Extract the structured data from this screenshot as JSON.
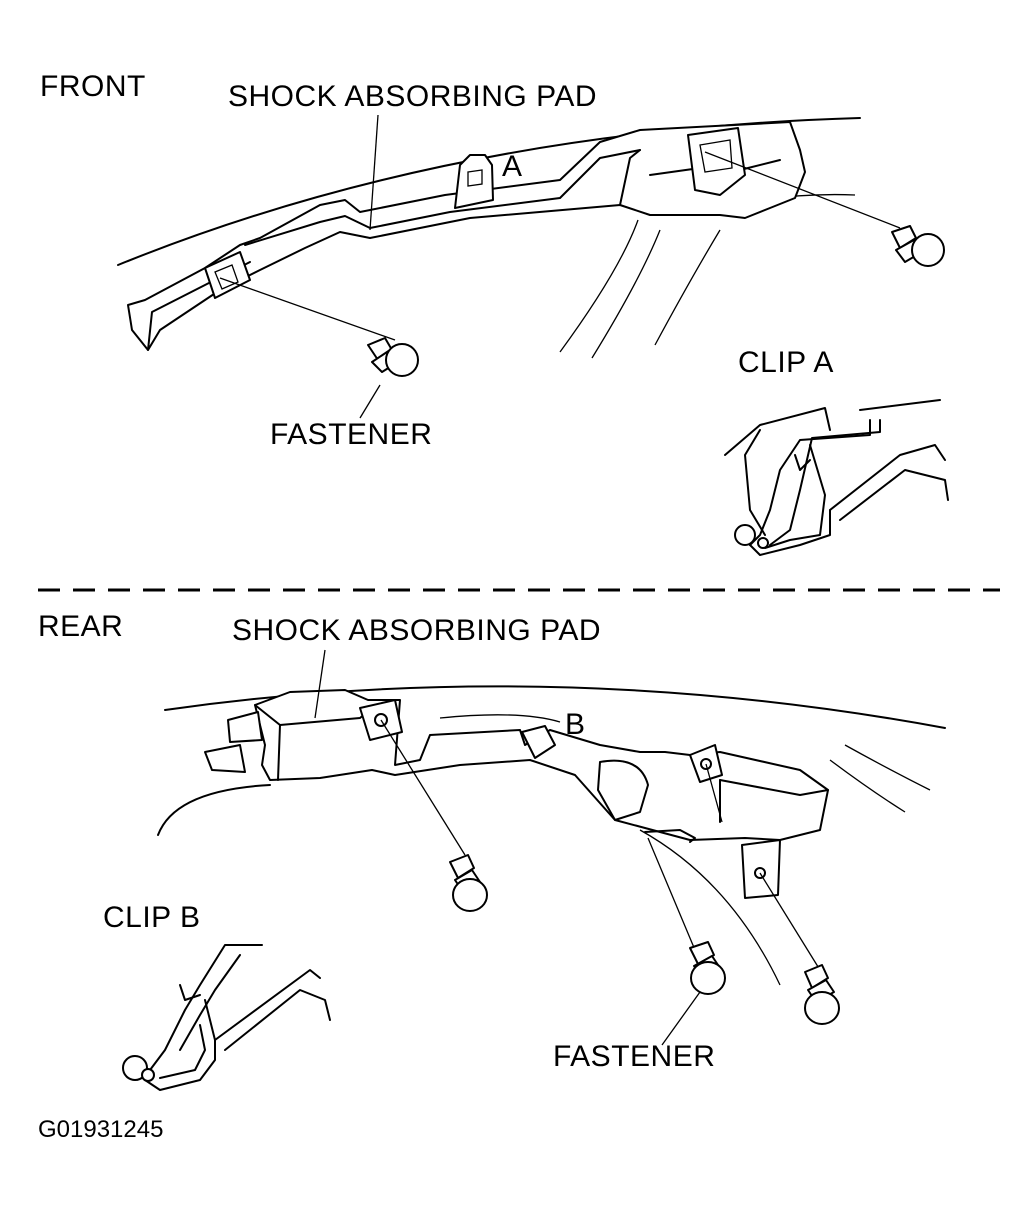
{
  "sections": {
    "front": {
      "heading": "FRONT",
      "pad_label": "SHOCK ABSORBING PAD",
      "point_label": "A",
      "fastener_label": "FASTENER",
      "clip_label": "CLIP A"
    },
    "rear": {
      "heading": "REAR",
      "pad_label": "SHOCK ABSORBING PAD",
      "point_label": "B",
      "fastener_label": "FASTENER",
      "clip_label": "CLIP B"
    }
  },
  "figure_code": "G01931245"
}
